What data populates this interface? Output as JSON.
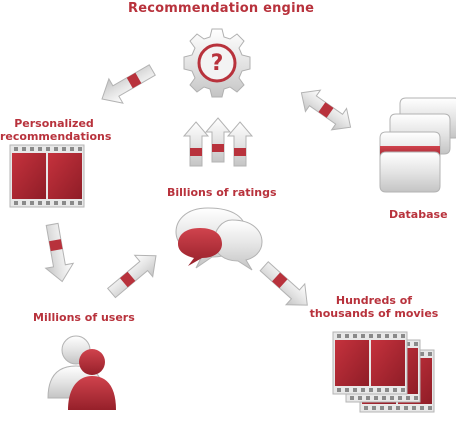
{
  "diagram": {
    "title": "Recommendation engine",
    "nodes": {
      "personalized_line1": "Personalized",
      "personalized_line2": "recommendations",
      "ratings": "Billions of ratings",
      "database": "Database",
      "users": "Millions of users",
      "movies_line1": "Hundreds of",
      "movies_line2": "thousands of movies"
    },
    "icons": {
      "engine": "gear-question-icon",
      "recommendations": "film-strip-icon",
      "ratings": "triple-up-arrow-icon",
      "database": "database-stack-icon",
      "feedback": "speech-bubbles-icon",
      "users": "people-icon",
      "movies": "stacked-film-icon"
    },
    "colors": {
      "accent": "#b8323c",
      "accent_dark": "#8e1e28",
      "silver": "#d9d9d9",
      "silver_dark": "#a8a8a8"
    }
  }
}
